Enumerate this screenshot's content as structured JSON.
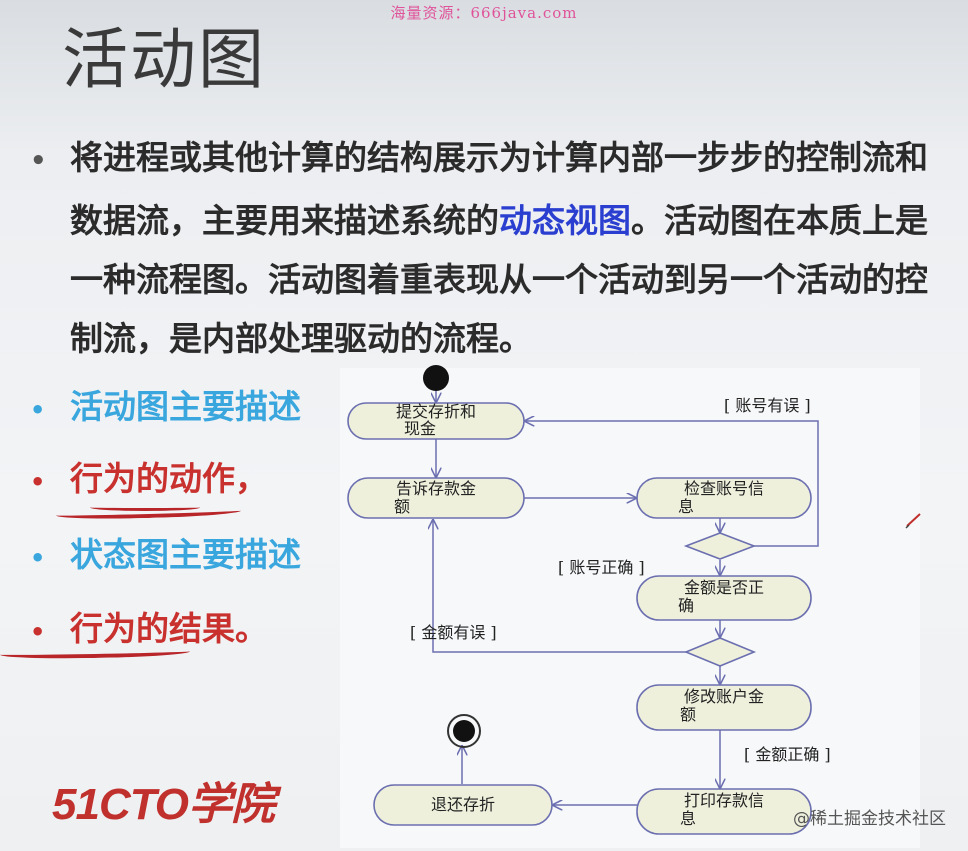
{
  "watermark_top": "海量资源：666java.com",
  "title": "活动图",
  "paragraph_lines": [
    "将进程或其他计算的结构展示为计算内部一步步的控制流和",
    "数据流，主要用来描述系统的",
    "动态视图",
    "。活动图在本质上是",
    "一种流程图。活动图着重表现从一个活动到另一个活动的控",
    "制流，是内部处理驱动的流程。"
  ],
  "bullets": [
    {
      "text": "活动图主要描述",
      "color": "blue"
    },
    {
      "text": "行为的动作，",
      "color": "red"
    },
    {
      "text": "状态图主要描述",
      "color": "blue"
    },
    {
      "text": "行为的结果。",
      "color": "red"
    }
  ],
  "diagram": {
    "activities": {
      "submit": [
        "提交存折和",
        "现金"
      ],
      "tell_amount": [
        "告诉存款金",
        "额"
      ],
      "check_account": [
        "检查账号信",
        "息"
      ],
      "amount_correct": [
        "金额是否正",
        "确"
      ],
      "modify_account": [
        "修改账户金",
        "额"
      ],
      "print_info": [
        "打印存款信",
        "息"
      ],
      "return_passbook": [
        "退还存折"
      ]
    },
    "guards": {
      "account_wrong": "[ 账号有误 ]",
      "account_right": "[ 账号正确 ]",
      "amount_wrong": "[ 金额有误 ]",
      "amount_right": "[ 金额正确 ]"
    }
  },
  "brand": "51CTO学院",
  "watermark_bottom": "@稀土掘金技术社区",
  "colors": {
    "blue_bullet": "#3aa6de",
    "red_bullet": "#c8312d",
    "highlight": "#2a3fd0",
    "node_fill": "#eef0dc"
  }
}
